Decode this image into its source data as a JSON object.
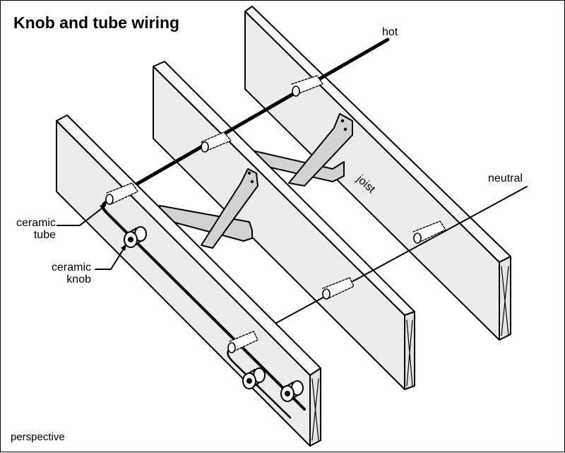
{
  "title": "Knob and tube wiring",
  "labels": {
    "hot": "hot",
    "neutral": "neutral",
    "joist": "joist",
    "ceramic_tube": "ceramic\ntube",
    "ceramic_knob": "ceramic\nknob"
  },
  "footer": "perspective",
  "colors": {
    "wood_face": "#ececec",
    "wood_edge": "#f8f8f8",
    "bridging": "#d2d2d2",
    "line": "#000000"
  }
}
